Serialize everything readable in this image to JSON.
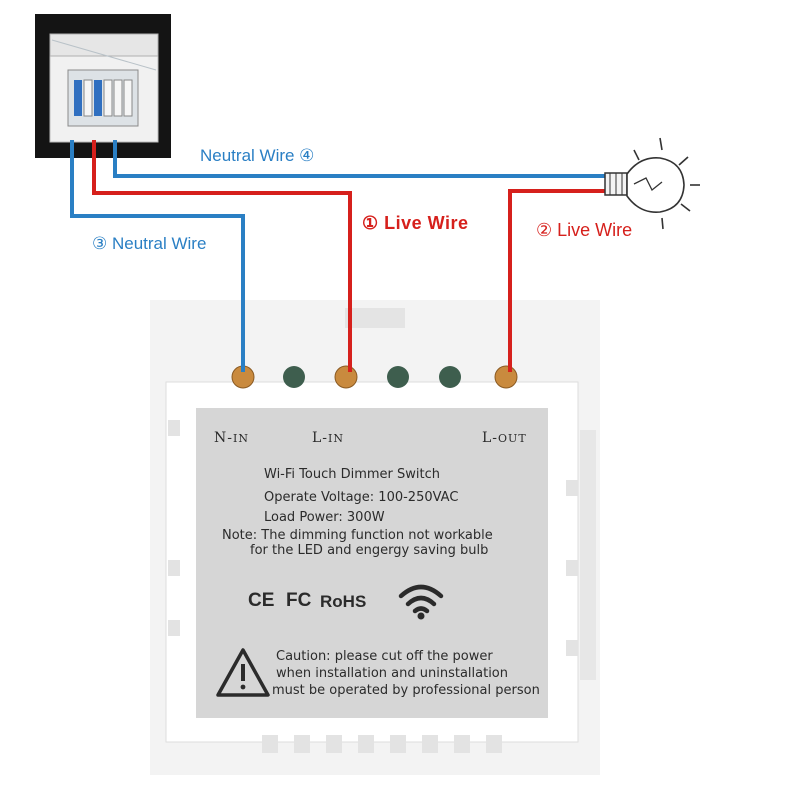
{
  "wire_labels": {
    "neutral_top": "Neutral Wire ④",
    "neutral_left": "③ Neutral Wire",
    "live_switch": "① Live Wire",
    "live_lamp": "② Live Wire"
  },
  "terminals": {
    "n_main": "N-",
    "n_sub": "IN",
    "lin_main": "L-",
    "lin_sub": "IN",
    "lout_main": "L-",
    "lout_sub": "OUT"
  },
  "product": {
    "title": "Wi-Fi Touch Dimmer Switch",
    "voltage": "Operate Voltage: 100-250VAC",
    "load": "Load Power: 300W",
    "note_line1": "Note: The dimming function not workable",
    "note_line2": "for the LED and engergy saving bulb"
  },
  "certifications": {
    "ce": "CE",
    "fc": "FC",
    "rohs": "RoHS"
  },
  "caution": {
    "line1": "Caution: please cut off the power",
    "line2": "when installation and uninstallation",
    "line3": "must be operated by professional person"
  },
  "icons": [
    "breaker-panel-icon",
    "light-bulb-icon",
    "wifi-icon",
    "warning-triangle-icon"
  ],
  "colors": {
    "neutral_wire": "#2a7fc4",
    "live_wire": "#d6201c",
    "brass_terminal": "#c98a3e",
    "unused_terminal": "#3e5e4e",
    "label_plate": "#d6d6d6"
  }
}
